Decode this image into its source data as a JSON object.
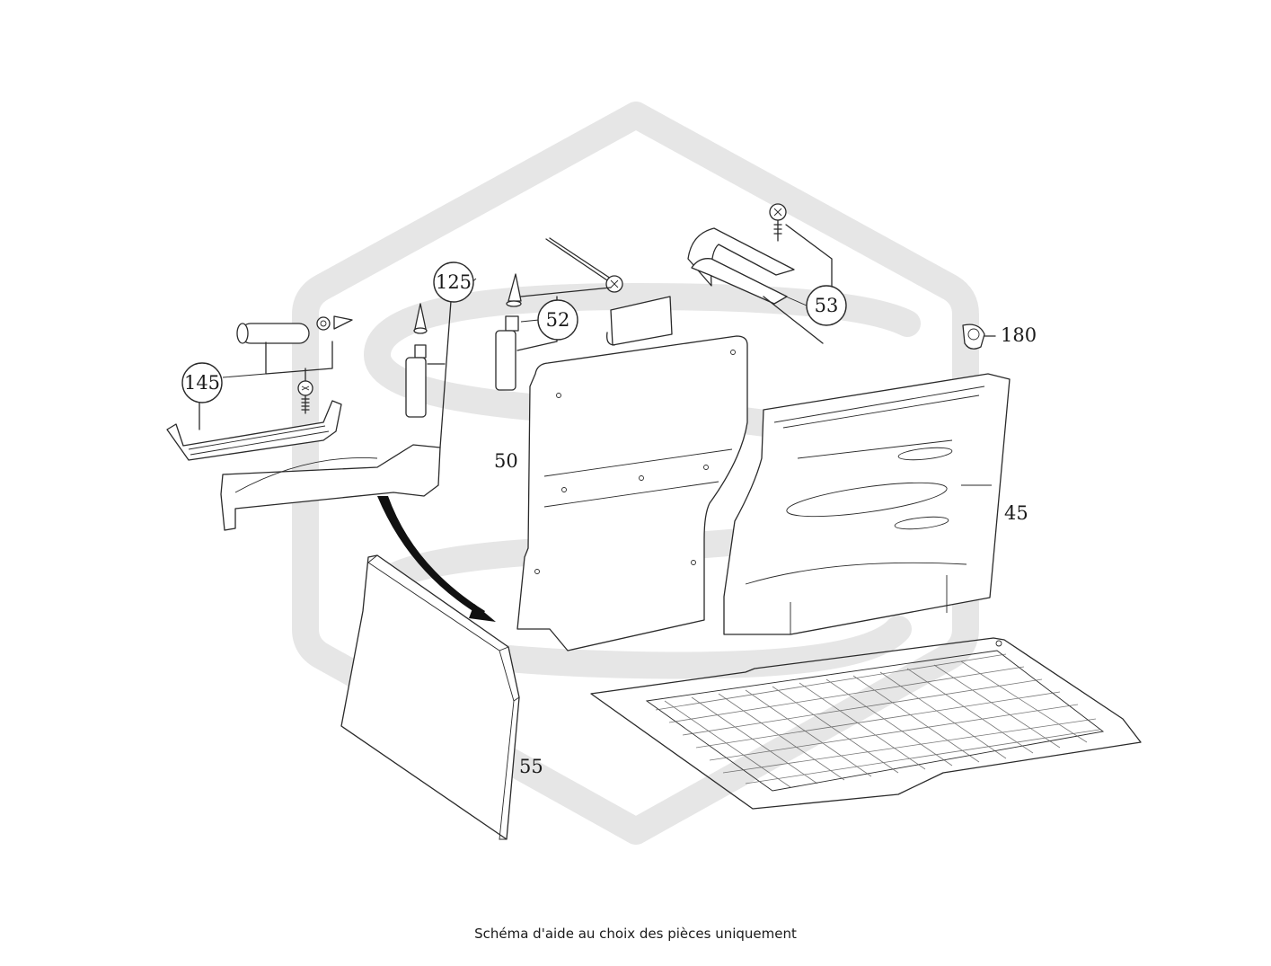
{
  "caption": "Schéma d'aide au choix des pièces uniquement",
  "parts": [
    {
      "id": "145",
      "circled": true
    },
    {
      "id": "125",
      "circled": true
    },
    {
      "id": "52",
      "circled": true
    },
    {
      "id": "53",
      "circled": true
    },
    {
      "id": "180",
      "circled": false
    },
    {
      "id": "50",
      "circled": false
    },
    {
      "id": "45",
      "circled": false
    },
    {
      "id": "55",
      "circled": false
    }
  ],
  "colors": {
    "line": "#2a2a2a",
    "watermark": "#e6e6e6",
    "background": "#ffffff"
  }
}
